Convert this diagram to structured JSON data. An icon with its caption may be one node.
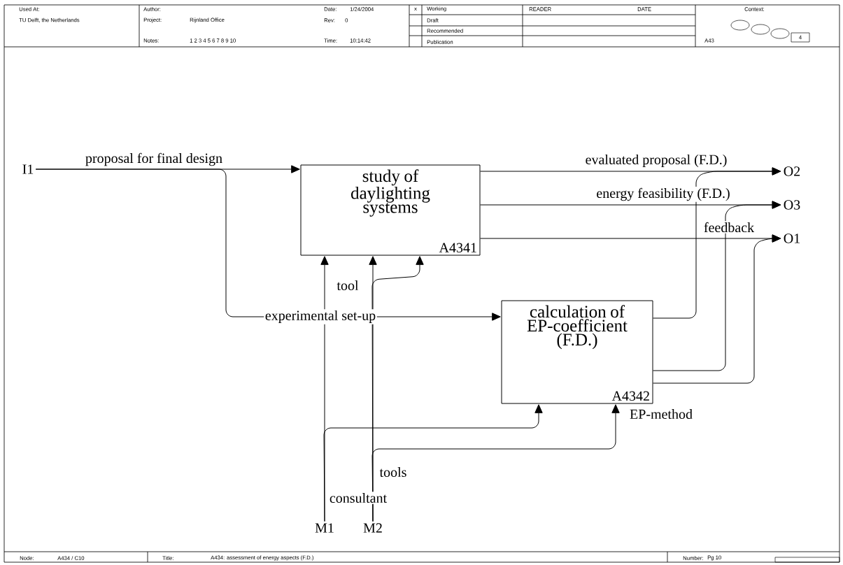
{
  "diagram": {
    "nodes": [
      {
        "text": [
          "I1"
        ]
      },
      {
        "text": [
          "study of daylighting systems",
          "A4341"
        ]
      },
      {
        "text": [
          "calculation of EP-coefficient (F.D.)",
          "A4342"
        ]
      },
      {
        "text": [
          "O2"
        ]
      },
      {
        "text": [
          "O3"
        ]
      },
      {
        "text": [
          "O1"
        ]
      },
      {
        "text": [
          "M1"
        ]
      },
      {
        "text": [
          "M2"
        ]
      }
    ],
    "edges": [
      {
        "from": 0,
        "to": 1,
        "arrow": "to",
        "label": "proposal for final design"
      },
      {
        "from": 0,
        "to": 2,
        "arrow": "to",
        "label": "experimental set-up"
      },
      {
        "from": 1,
        "to": 3,
        "arrow": "to",
        "label": "evaluated proposal (F.D.)"
      },
      {
        "from": 1,
        "to": 4,
        "arrow": "to",
        "label": "energy feasibility (F.D.)"
      },
      {
        "from": 1,
        "to": 5,
        "arrow": "to",
        "label": "feedback"
      },
      {
        "from": 2,
        "to": 3,
        "arrow": "to"
      },
      {
        "from": 2,
        "to": 4,
        "arrow": "to"
      },
      {
        "from": 2,
        "to": 5,
        "arrow": "to"
      },
      {
        "from": 6,
        "to": 1,
        "arrow": "to",
        "label": "consultant"
      },
      {
        "from": 6,
        "to": 2,
        "arrow": "to"
      },
      {
        "from": 7,
        "to": 1,
        "arrow": "to",
        "label": "tool"
      },
      {
        "from": 7,
        "to": 1,
        "arrow": "to",
        "label": "tools"
      },
      {
        "from": 7,
        "to": 2,
        "arrow": "to",
        "label": "EP-method"
      }
    ],
    "labels": [
      "Used At:",
      "TU Delft, the Netherlands",
      "Author:",
      "Project:",
      "Rijnland Office",
      "Notes:",
      "1 2 3 4 5 6 7 8 9 10",
      "Date:",
      "1/24/2004",
      "Rev:",
      "0",
      "Time:",
      "10:14:42",
      "x",
      "Working",
      "READER",
      "DATE",
      "Draft",
      "Context:",
      "Recommended",
      "A43",
      "4",
      "Publication",
      "Node:",
      "A434 / C10",
      "Title:",
      "A434: assessment of energy aspects (F.D.)",
      "Number:",
      "Pg 10"
    ]
  }
}
